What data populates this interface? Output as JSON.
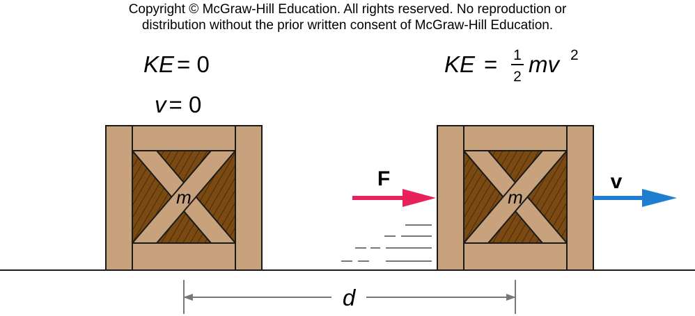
{
  "copyright": {
    "line1": "Copyright © McGraw-Hill Education.  All rights reserved. No reproduction or",
    "line2": "distribution without the prior written consent of McGraw-Hill Education."
  },
  "left_state": {
    "ke_var": "KE",
    "ke_rhs": "= 0",
    "v_var": "v",
    "v_rhs": "= 0",
    "mass_label": "m"
  },
  "right_state": {
    "ke_var": "KE",
    "ke_eq": "=",
    "frac_num": "1",
    "frac_den": "2",
    "ke_expr": "mv",
    "ke_exp": "2",
    "mass_label": "m"
  },
  "force_label": "F",
  "velocity_label": "v",
  "distance_label": "d",
  "colors": {
    "crate_wood": "#c8a27c",
    "crate_dark": "#7a4a12",
    "outline": "#1a1a1a",
    "force_arrow": "#e8215a",
    "velocity_arrow": "#1e7fd0",
    "dimension": "#777777"
  }
}
